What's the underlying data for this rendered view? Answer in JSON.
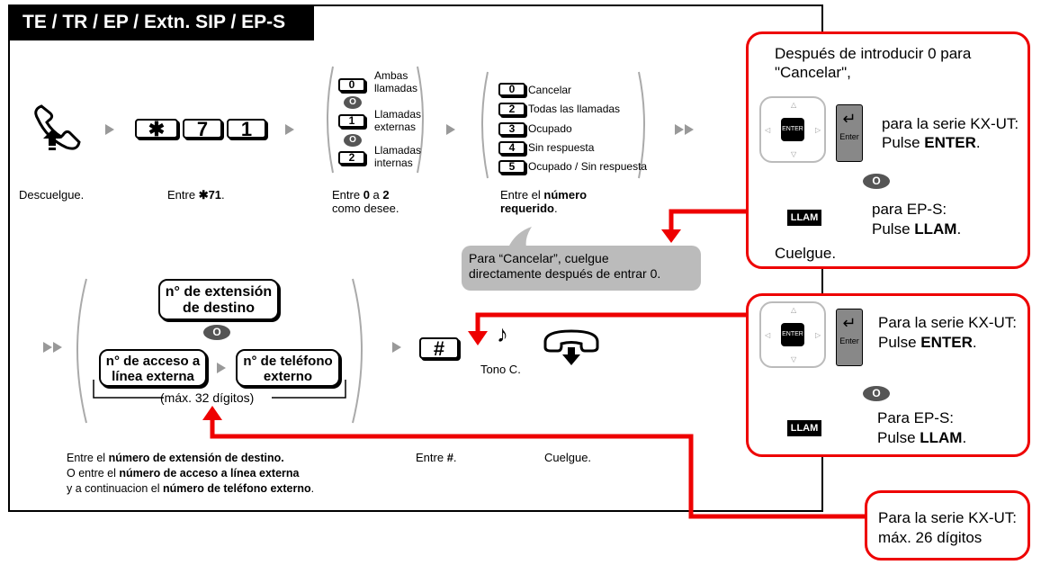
{
  "title": "TE / TR / EP / Extn. SIP / EP-S",
  "step1": {
    "caption": "Descuelgue."
  },
  "step2": {
    "keys": [
      "✱",
      "7",
      "1"
    ],
    "caption_prefix": "Entre ",
    "caption_code": "✱71",
    "caption_suffix": "."
  },
  "step3": {
    "options": [
      {
        "key": "0",
        "label": "Ambas llamadas"
      },
      {
        "key": "1",
        "label": "Llamadas externas"
      },
      {
        "key": "2",
        "label": "Llamadas internas"
      }
    ],
    "or": "O",
    "caption_a": "Entre ",
    "caption_b": "0",
    "caption_c": " a ",
    "caption_d": "2",
    "caption_e": "como desee."
  },
  "step4": {
    "options": [
      {
        "key": "0",
        "label": "Cancelar"
      },
      {
        "key": "2",
        "label": "Todas las llamadas"
      },
      {
        "key": "3",
        "label": "Ocupado"
      },
      {
        "key": "4",
        "label": "Sin respuesta"
      },
      {
        "key": "5",
        "label": "Ocupado / Sin respuesta"
      }
    ],
    "caption_a": "Entre el ",
    "caption_b": "número",
    "caption_c": "requerido",
    "caption_d": "."
  },
  "bubble": {
    "line1": "Para “Cancelar”, cuelgue",
    "line2": "directamente después de entrar 0."
  },
  "dest": {
    "ext_line1": "n° de extensión",
    "ext_line2": "de destino",
    "or": "O",
    "acc_line1": "n° de acceso a",
    "acc_line2": "línea externa",
    "tel_line1": "n° de teléfono",
    "tel_line2": "externo",
    "max": "(máx. 32 dígitos)",
    "cap1_a": "Entre el ",
    "cap1_b": "número de extensión de destino.",
    "cap2_a": "O entre el ",
    "cap2_b": "número de acceso a línea externa",
    "cap3_a": "y a continuacion el ",
    "cap3_b": "número de teléfono externo",
    "cap3_c": "."
  },
  "hash": {
    "key": "#",
    "caption_a": "Entre ",
    "caption_b": "#",
    "caption_c": "."
  },
  "tone": {
    "label": "Tono C."
  },
  "hangup": {
    "caption": "Cuelgue."
  },
  "right1": {
    "intro1": "Después de introducir 0 para",
    "intro2": "\"Cancelar\",",
    "ut1": "para la serie KX-UT:",
    "ut2_a": "Pulse ",
    "ut2_b": "ENTER",
    "ut2_c": ".",
    "or": "O",
    "eps1": "para EP-S:",
    "eps2_a": "Pulse ",
    "eps2_b": "LLAM",
    "eps2_c": ".",
    "hang": "Cuelgue.",
    "enter_badge": "ENTER",
    "enter_key": "Enter",
    "llam_badge": "LLAM"
  },
  "right2": {
    "ut1": "Para la serie KX-UT:",
    "ut2_a": "Pulse ",
    "ut2_b": "ENTER",
    "ut2_c": ".",
    "or": "O",
    "eps1": "Para EP-S:",
    "eps2_a": "Pulse ",
    "eps2_b": "LLAM",
    "eps2_c": ".",
    "enter_badge": "ENTER",
    "enter_key": "Enter",
    "llam_badge": "LLAM"
  },
  "right3": {
    "line1": "Para la serie KX-UT:",
    "line2": "máx. 26 dígitos"
  },
  "colors": {
    "accent": "#e00000",
    "arrow": "#999999",
    "bubble": "#bbbbbb"
  }
}
